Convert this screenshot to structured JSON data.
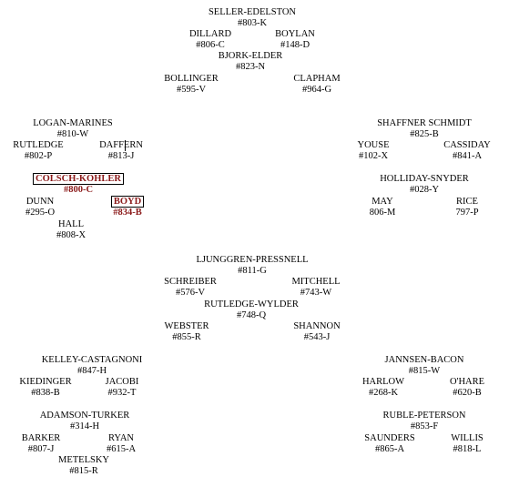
{
  "groups": [
    {
      "id": "seller-edelston",
      "title": {
        "name": "SELLER-EDELSTON",
        "code": "#803-K"
      },
      "members": [
        {
          "id": "dillard",
          "name": "DILLARD",
          "code": "#806-C"
        },
        {
          "id": "boylan",
          "name": "BOYLAN",
          "code": "#148-D"
        },
        {
          "id": "bjork-elder",
          "name": "BJORK-ELDER",
          "code": "#823-N"
        },
        {
          "id": "bollinger",
          "name": "BOLLINGER",
          "code": "#595-V"
        },
        {
          "id": "clapham",
          "name": "CLAPHAM",
          "code": "#964-G"
        }
      ]
    },
    {
      "id": "logan-marines",
      "title": {
        "name": "LOGAN-MARINES",
        "code": "#810-W"
      },
      "members": [
        {
          "id": "rutledge",
          "name": "RUTLEDGE",
          "code": "#802-P"
        },
        {
          "id": "daffern",
          "name": "DAFFERN",
          "code": "#813-J"
        },
        {
          "id": "colsch-kohler",
          "name": "COLSCH-KOHLER",
          "code": "#800-C",
          "highlighted": true
        },
        {
          "id": "dunn",
          "name": "DUNN",
          "code": "#295-O"
        },
        {
          "id": "boyd",
          "name": "BOYD",
          "code": "#834-B",
          "highlighted": true
        },
        {
          "id": "hall",
          "name": "HALL",
          "code": "#808-X"
        }
      ]
    },
    {
      "id": "shaffner-schmidt",
      "title": {
        "name": "SHAFFNER SCHMIDT",
        "code": "#825-B"
      },
      "members": [
        {
          "id": "youse",
          "name": "YOUSE",
          "code": "#102-X"
        },
        {
          "id": "cassiday",
          "name": "CASSIDAY",
          "code": "#841-A"
        },
        {
          "id": "holliday-snyder",
          "name": "HOLLIDAY-SNYDER",
          "code": "#028-Y"
        },
        {
          "id": "may",
          "name": "MAY",
          "code": "806-M"
        },
        {
          "id": "rice",
          "name": "RICE",
          "code": "797-P"
        }
      ]
    },
    {
      "id": "ljunggren-pressnell",
      "title": {
        "name": "LJUNGGREN-PRESSNELL",
        "code": "#811-G"
      },
      "members": [
        {
          "id": "schreiber",
          "name": "SCHREIBER",
          "code": "#576-V"
        },
        {
          "id": "mitchell",
          "name": "MITCHELL",
          "code": "#743-W"
        },
        {
          "id": "rutledge-wylder",
          "name": "RUTLEDGE-WYLDER",
          "code": "#748-Q"
        },
        {
          "id": "webster",
          "name": "WEBSTER",
          "code": "#855-R"
        },
        {
          "id": "shannon",
          "name": "SHANNON",
          "code": "#543-J"
        }
      ]
    },
    {
      "id": "kelley-castagnoni",
      "title": {
        "name": "KELLEY-CASTAGNONI",
        "code": "#847-H"
      },
      "members": [
        {
          "id": "kiedinger",
          "name": "KIEDINGER",
          "code": "#838-B"
        },
        {
          "id": "jacobi",
          "name": "JACOBI",
          "code": "#932-T"
        },
        {
          "id": "adamson-turker",
          "name": "ADAMSON-TURKER",
          "code": "#314-H"
        },
        {
          "id": "barker",
          "name": "BARKER",
          "code": "#807-J"
        },
        {
          "id": "ryan",
          "name": "RYAN",
          "code": "#615-A"
        },
        {
          "id": "metelsky",
          "name": "METELSKY",
          "code": "#815-R"
        }
      ]
    },
    {
      "id": "jannsen-bacon",
      "title": {
        "name": "JANNSEN-BACON",
        "code": "#815-W"
      },
      "members": [
        {
          "id": "harlow",
          "name": "HARLOW",
          "code": "#268-K"
        },
        {
          "id": "ohare",
          "name": "O'HARE",
          "code": "#620-B"
        },
        {
          "id": "ruble-peterson",
          "name": "RUBLE-PETERSON",
          "code": "#853-F"
        },
        {
          "id": "saunders",
          "name": "SAUNDERS",
          "code": "#865-A"
        },
        {
          "id": "willis",
          "name": "WILLIS",
          "code": "#818-L"
        }
      ]
    }
  ]
}
